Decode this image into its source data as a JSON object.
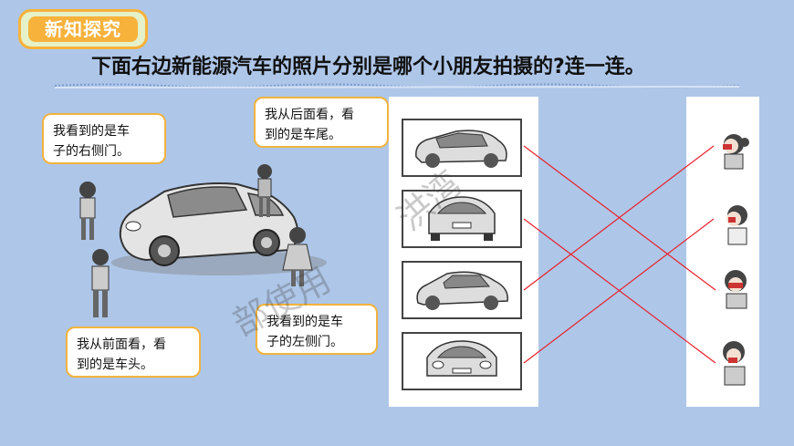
{
  "section_badge": "新知探究",
  "instruction": "下面右边新能源汽车的照片分别是哪个小朋友拍摄的?连一连。",
  "bubbles": {
    "right_door": [
      "我看到的是车",
      "子的右侧门。"
    ],
    "rear": [
      "我从后面看，看",
      "到的是车尾。"
    ],
    "front": [
      "我从前面看，看",
      "到的是车头。"
    ],
    "left_door": [
      "我看到的是车",
      "子的左侧门。"
    ]
  },
  "photos": [
    "car-right-side",
    "car-rear",
    "car-left-side",
    "car-front"
  ],
  "kids": [
    "girl-pigtails",
    "boy-short-hair",
    "girl-bob",
    "boy-curly-hair"
  ],
  "connections": [
    {
      "photo": 1,
      "kid": 3
    },
    {
      "photo": 2,
      "kid": 4
    },
    {
      "photo": 3,
      "kid": 1
    },
    {
      "photo": 4,
      "kid": 2
    }
  ],
  "colors": {
    "background": "#aec6e8",
    "badge_fill": "#f7b23b",
    "badge_bg": "#e5f1c8",
    "bubble_border": "#f2b33d",
    "connector": "#e8202a"
  }
}
